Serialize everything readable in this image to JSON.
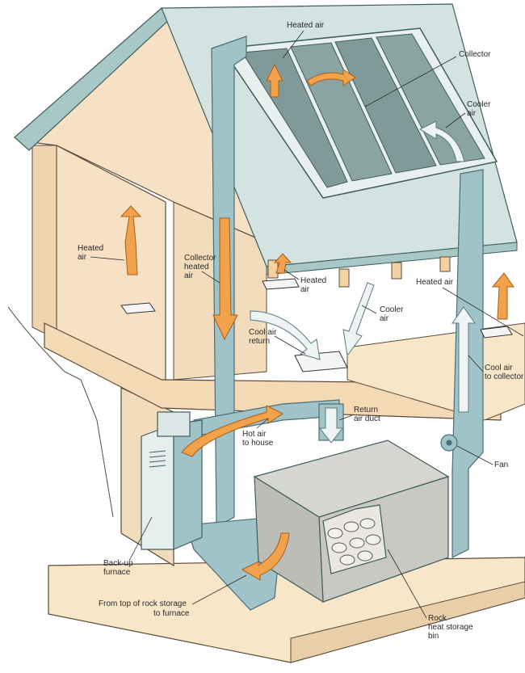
{
  "labels": {
    "heated_air_top": "Heated air",
    "collector": "Collector",
    "cooler_air_top": [
      "Cooler",
      "air"
    ],
    "heated_air_left": [
      "Heated",
      "air"
    ],
    "collector_heated_air": [
      "Collector",
      "heated",
      "air"
    ],
    "heated_air_mid": [
      "Heated",
      "air"
    ],
    "heated_air_right": "Heated air",
    "cooler_air_mid": [
      "Cooler",
      "air"
    ],
    "cool_air_return": [
      "Cool air",
      "return"
    ],
    "cool_air_to_collector": [
      "Cool air",
      "to collector"
    ],
    "return_air_duct": [
      "Return",
      "air duct"
    ],
    "hot_air_to_house": [
      "Hot air",
      "to house"
    ],
    "fan": "Fan",
    "backup_furnace": [
      "Back-up",
      "furnace"
    ],
    "from_rock_storage": [
      "From top of rock storage",
      "to furnace"
    ],
    "rock_bin": [
      "Rock",
      "heat storage",
      "bin"
    ]
  },
  "colors": {
    "duct": "#9fc3c8",
    "duct_edge": "#4c6e74",
    "heated_arrow": "#f1a24a",
    "cool_arrow": "#dfe9ea",
    "house_wall": "#f6e1c4",
    "house_edge": "#5a4a3a",
    "collector_panel": "#7f9a98",
    "roof": "#cfe0df",
    "storage": "#c9c9c4"
  }
}
